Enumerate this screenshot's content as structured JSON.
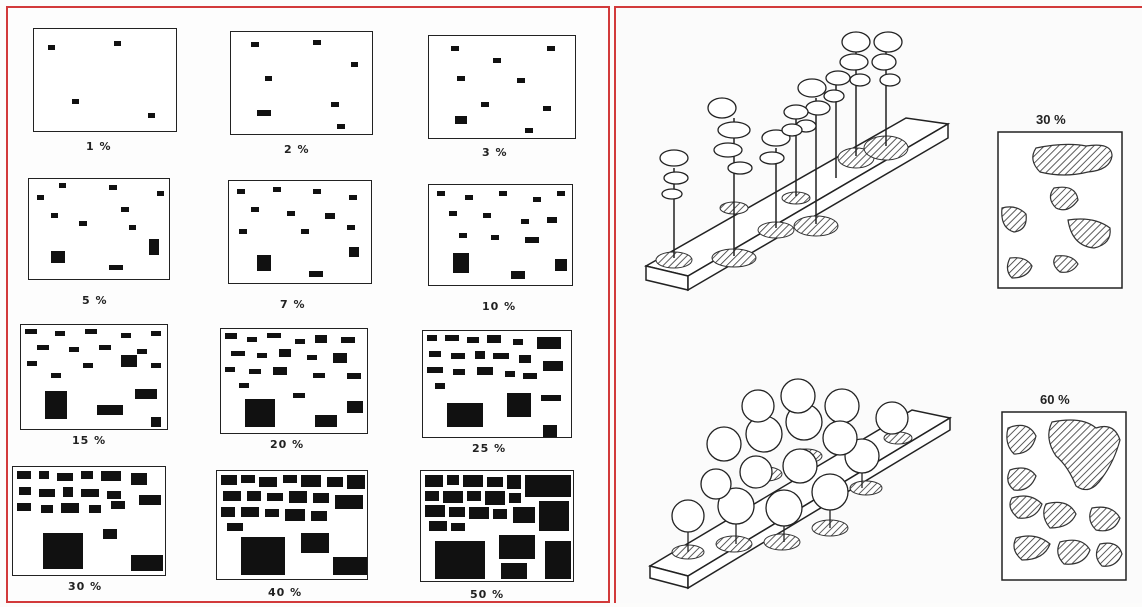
{
  "left_panel": {
    "percent_labels": [
      "1 %",
      "2 %",
      "3 %",
      "5 %",
      "7 %",
      "10 %",
      "15 %",
      "20 %",
      "25 %",
      "30 %",
      "40 %",
      "50 %"
    ],
    "cover_values": [
      1,
      2,
      3,
      5,
      7,
      10,
      15,
      20,
      25,
      30,
      40,
      50
    ]
  },
  "right_panel": {
    "top_label": "30 %",
    "bottom_label": "60 %",
    "cover_values": [
      30,
      60
    ]
  },
  "colors": {
    "frame_border": "#d23a3a",
    "ink": "#111111",
    "patch_fill": "#6e6e6e"
  }
}
